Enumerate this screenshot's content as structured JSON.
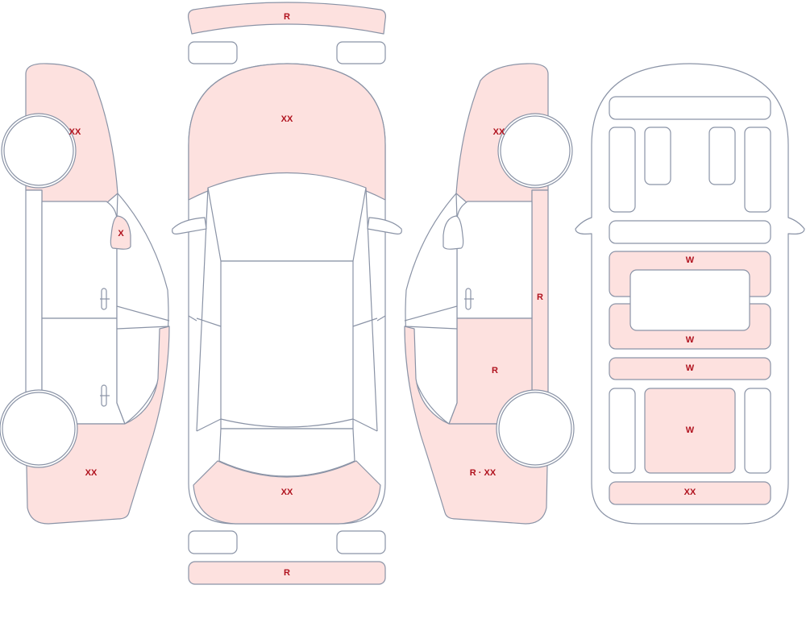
{
  "colors": {
    "damaged_fill": "#fde1df",
    "clean_fill": "#ffffff",
    "outline": "#8a93a6",
    "code_text": "#b0121e"
  },
  "labels": {
    "front_bumper": "R",
    "rear_bumper": "R",
    "hood": "XX",
    "trunk_lid": "XX",
    "left_front_fender": "XX",
    "left_mirror": "X",
    "left_rear_quarter": "XX",
    "right_front_fender": "XX",
    "right_rocker": "R",
    "right_rear_door": "R",
    "right_rear_quarter": "R · XX",
    "floor_front_crossmember": "W",
    "floor_middle_crossmember": "W",
    "floor_rear_crossmember": "W",
    "floor_rear_center": "W",
    "floor_rear_panel": "XX"
  }
}
